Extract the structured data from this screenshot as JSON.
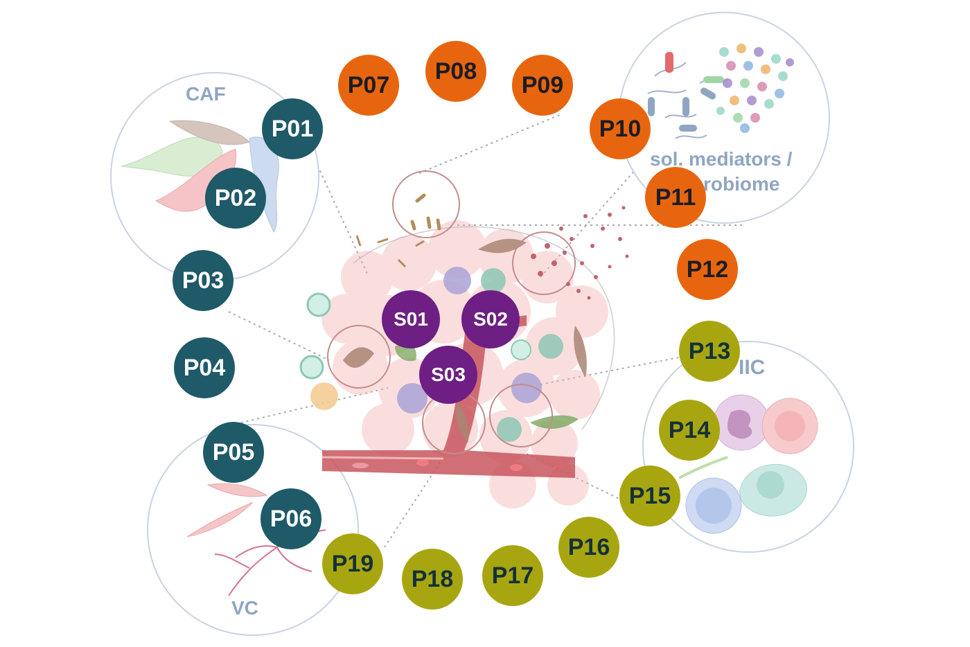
{
  "colors": {
    "teal": "#1f5a68",
    "orange": "#e8650f",
    "olive": "#a8a610",
    "purple": "#6e1f83",
    "label": "#8fa6c2",
    "circle_stroke": "#c9d3e2",
    "tumor": "#f3a9ab",
    "vessel": "#b3424b"
  },
  "groups": {
    "caf": {
      "label": "CAF"
    },
    "sol": {
      "label_line1": "sol. mediators /",
      "label_line2": "robiome"
    },
    "iic": {
      "label": "IIC"
    },
    "vc": {
      "label": "VC"
    }
  },
  "badges": {
    "p01": "P01",
    "p02": "P02",
    "p03": "P03",
    "p04": "P04",
    "p05": "P05",
    "p06": "P06",
    "p07": "P07",
    "p08": "P08",
    "p09": "P09",
    "p10": "P10",
    "p11": "P11",
    "p12": "P12",
    "p13": "P13",
    "p14": "P14",
    "p15": "P15",
    "p16": "P16",
    "p17": "P17",
    "p18": "P18",
    "p19": "P19",
    "s01": "S01",
    "s02": "S02",
    "s03": "S03"
  }
}
